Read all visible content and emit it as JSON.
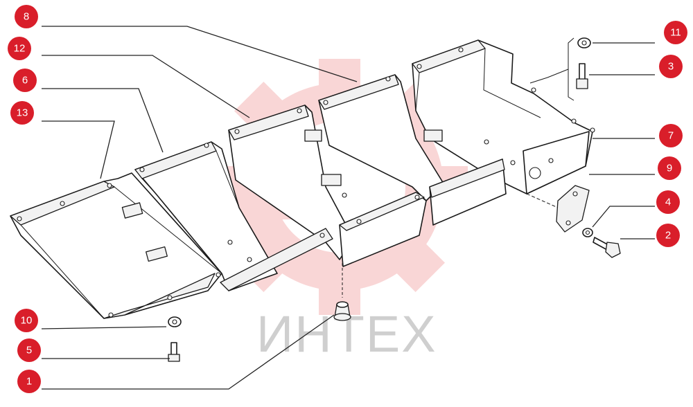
{
  "watermark": {
    "text": "ИНТЕХ",
    "logo_color": "#f5b5b5",
    "text_color": "#cfcfcf"
  },
  "callout_color": "#d91e2a",
  "callouts": [
    {
      "id": "8",
      "label": "8"
    },
    {
      "id": "12",
      "label": "12"
    },
    {
      "id": "6",
      "label": "6"
    },
    {
      "id": "13",
      "label": "13"
    },
    {
      "id": "11",
      "label": "11"
    },
    {
      "id": "3",
      "label": "3"
    },
    {
      "id": "7",
      "label": "7"
    },
    {
      "id": "9",
      "label": "9"
    },
    {
      "id": "4",
      "label": "4"
    },
    {
      "id": "2",
      "label": "2"
    },
    {
      "id": "10",
      "label": "10"
    },
    {
      "id": "5",
      "label": "5"
    },
    {
      "id": "1",
      "label": "1"
    }
  ]
}
